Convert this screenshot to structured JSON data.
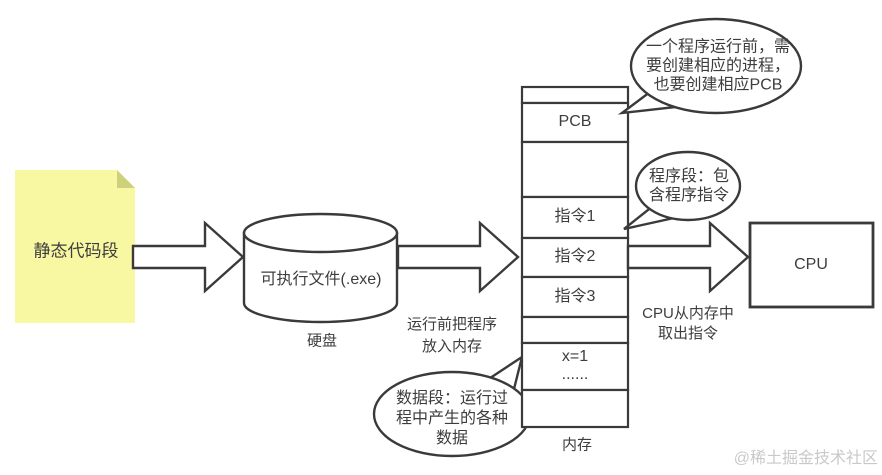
{
  "colors": {
    "stroke": "#3a3a3a",
    "note_fill": "#f8f8a3",
    "note_fold": "#cdd17c",
    "watermark": "#c9c9c9",
    "background": "#ffffff"
  },
  "note": {
    "label": "静态代码段"
  },
  "disk": {
    "label": "可执行文件(.exe)",
    "caption": "硬盘"
  },
  "load_annotation": {
    "line1": "运行前把程序",
    "line2": "放入内存"
  },
  "memory": {
    "caption": "内存",
    "cells": [
      "",
      "PCB",
      "",
      "指令1",
      "指令2",
      "指令3",
      "",
      "x=1",
      ""
    ],
    "data_ellipsis": "......"
  },
  "cpu": {
    "label": "CPU"
  },
  "fetch_annotation": {
    "line1": "CPU从内存中",
    "line2": "取出指令"
  },
  "bubbles": {
    "pcb_note": {
      "line1": "一个程序运行前，需",
      "line2": "要创建相应的进程，",
      "line3": "也要创建相应PCB"
    },
    "program_segment": {
      "line1": "程序段：包",
      "line2": "含程序指令"
    },
    "data_segment": {
      "line1": "数据段：运行过",
      "line2": "程中产生的各种",
      "line3": "数据"
    }
  },
  "watermark": {
    "label": "@稀土掘金技术社区"
  }
}
